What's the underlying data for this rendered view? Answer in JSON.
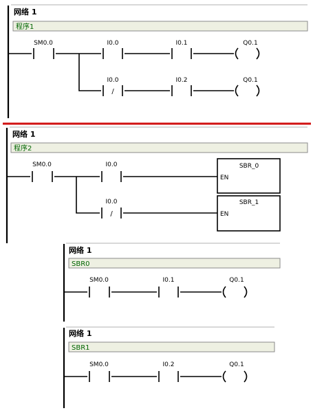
{
  "colors": {
    "separator": "#d01010",
    "comment_text": "#006400",
    "comment_background": "#eef0e2",
    "wire": "#000000"
  },
  "program1": {
    "network_title": "网络 1",
    "comment": "程序1",
    "rung1": {
      "contact1": "SM0.0",
      "contact2": "I0.0",
      "contact3": "I0.1",
      "coil": "Q0.1"
    },
    "rung2": {
      "contact1": "I0.0",
      "contact1_symbol": "/",
      "contact2": "I0.2",
      "coil": "Q0.1"
    }
  },
  "program2": {
    "network_title": "网络 1",
    "comment": "程序2",
    "rung1": {
      "contact1": "SM0.0",
      "contact2": "I0.0",
      "call_name": "SBR_0",
      "call_input": "EN"
    },
    "rung2": {
      "contact1": "I0.0",
      "contact1_symbol": "/",
      "call_name": "SBR_1",
      "call_input": "EN"
    }
  },
  "sbr0": {
    "network_title": "网络 1",
    "comment": "SBR0",
    "rung1": {
      "contact1": "SM0.0",
      "contact2": "I0.1",
      "coil": "Q0.1"
    }
  },
  "sbr1": {
    "network_title": "网络 1",
    "comment": "SBR1",
    "rung1": {
      "contact1": "SM0.0",
      "contact2": "I0.2",
      "coil": "Q0.1"
    }
  }
}
